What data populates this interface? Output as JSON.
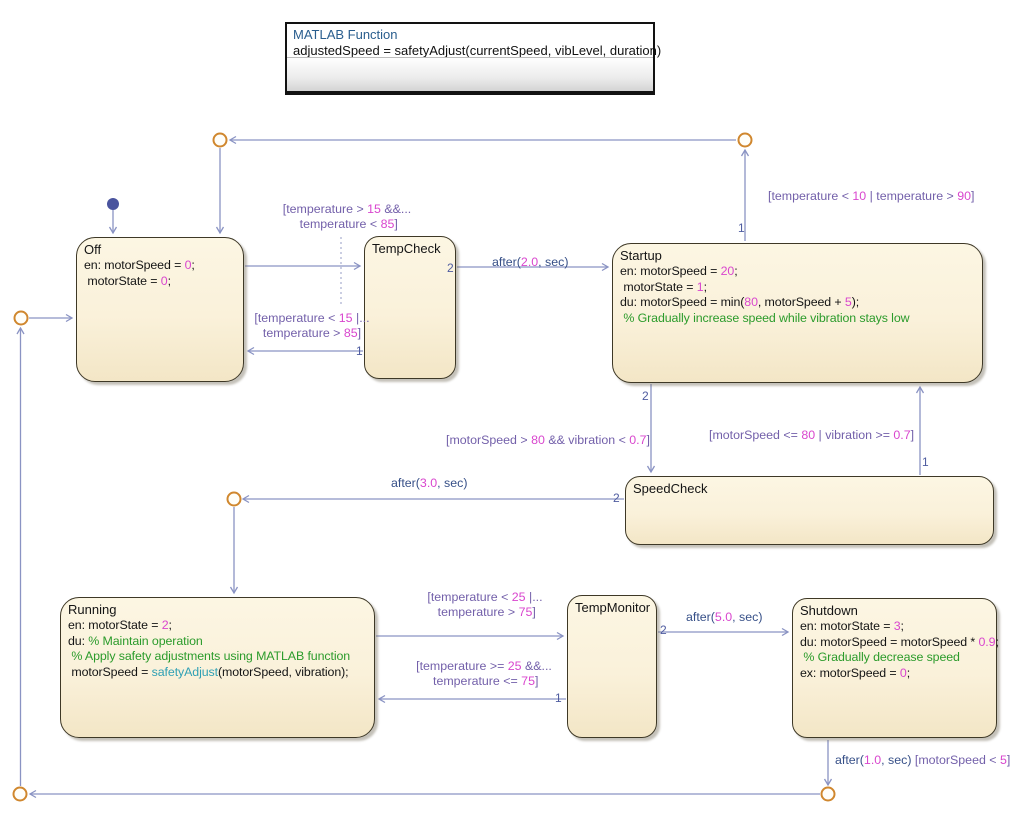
{
  "diagram": {
    "kind": "Stateflow state chart",
    "background": "#FFFFFF"
  },
  "matlab_function_block": {
    "title": "MATLAB Function",
    "code": "adjustedSpeed = safetyAdjust(currentSpeed, vibLevel, duration)"
  },
  "states": {
    "off": {
      "title": "Off",
      "body": [
        [
          {
            "t": "en: motorSpeed = ",
            "c": "plain"
          },
          {
            "t": "0",
            "c": "num"
          },
          {
            "t": ";",
            "c": "plain"
          }
        ],
        [
          {
            "t": " motorState = ",
            "c": "plain"
          },
          {
            "t": "0",
            "c": "num"
          },
          {
            "t": ";",
            "c": "plain"
          }
        ]
      ]
    },
    "tempcheck": {
      "title": "TempCheck",
      "body": []
    },
    "startup": {
      "title": "Startup",
      "body": [
        [
          {
            "t": "en: motorSpeed = ",
            "c": "plain"
          },
          {
            "t": "20",
            "c": "num"
          },
          {
            "t": ";",
            "c": "plain"
          }
        ],
        [
          {
            "t": " motorState = ",
            "c": "plain"
          },
          {
            "t": "1",
            "c": "num"
          },
          {
            "t": ";",
            "c": "plain"
          }
        ],
        [
          {
            "t": "du: motorSpeed = min(",
            "c": "plain"
          },
          {
            "t": "80",
            "c": "num"
          },
          {
            "t": ", motorSpeed + ",
            "c": "plain"
          },
          {
            "t": "5",
            "c": "num"
          },
          {
            "t": ");",
            "c": "plain"
          }
        ],
        [
          {
            "t": " ",
            "c": "plain"
          },
          {
            "t": "% Gradually increase speed while vibration stays low",
            "c": "comment"
          }
        ]
      ]
    },
    "speedcheck": {
      "title": "SpeedCheck",
      "body": []
    },
    "running": {
      "title": "Running",
      "body": [
        [
          {
            "t": "en: motorState = ",
            "c": "plain"
          },
          {
            "t": "2",
            "c": "num"
          },
          {
            "t": ";",
            "c": "plain"
          }
        ],
        [
          {
            "t": "du: ",
            "c": "plain"
          },
          {
            "t": "% Maintain operation",
            "c": "comment"
          }
        ],
        [
          {
            "t": " ",
            "c": "plain"
          },
          {
            "t": "% Apply safety adjustments using MATLAB function",
            "c": "comment"
          }
        ],
        [
          {
            "t": " motorSpeed = ",
            "c": "plain"
          },
          {
            "t": "safetyAdjust",
            "c": "fn"
          },
          {
            "t": "(motorSpeed, vibration);",
            "c": "plain"
          }
        ]
      ]
    },
    "tempmonitor": {
      "title": "TempMonitor",
      "body": []
    },
    "shutdown": {
      "title": "Shutdown",
      "body": [
        [
          {
            "t": "en: motorState = ",
            "c": "plain"
          },
          {
            "t": "3",
            "c": "num"
          },
          {
            "t": ";",
            "c": "plain"
          }
        ],
        [
          {
            "t": "du: motorSpeed = motorSpeed * ",
            "c": "plain"
          },
          {
            "t": "0.9",
            "c": "num"
          },
          {
            "t": ";",
            "c": "plain"
          }
        ],
        [
          {
            "t": " ",
            "c": "plain"
          },
          {
            "t": "% Gradually decrease speed",
            "c": "comment"
          }
        ],
        [
          {
            "t": "ex: motorSpeed = ",
            "c": "plain"
          },
          {
            "t": "0",
            "c": "num"
          },
          {
            "t": ";",
            "c": "plain"
          }
        ]
      ]
    }
  },
  "transition_labels": {
    "off_to_tempcheck": {
      "lines": [
        [
          {
            "t": "[temperature > ",
            "c": "cond"
          },
          {
            "t": "15",
            "c": "num"
          },
          {
            "t": " &&...",
            "c": "cond"
          }
        ],
        [
          {
            "t": " temperature < ",
            "c": "cond"
          },
          {
            "t": "85",
            "c": "num"
          },
          {
            "t": "]",
            "c": "cond"
          }
        ]
      ]
    },
    "tempcheck_to_off": {
      "lines": [
        [
          {
            "t": "[temperature < ",
            "c": "cond"
          },
          {
            "t": "15",
            "c": "num"
          },
          {
            "t": " |...",
            "c": "cond"
          }
        ],
        [
          {
            "t": "temperature > ",
            "c": "cond"
          },
          {
            "t": "85",
            "c": "num"
          },
          {
            "t": "]",
            "c": "cond"
          }
        ]
      ]
    },
    "startup_to_off": {
      "lines": [
        [
          {
            "t": "[temperature < ",
            "c": "cond"
          },
          {
            "t": "10",
            "c": "num"
          },
          {
            "t": " | temperature > ",
            "c": "cond"
          },
          {
            "t": "90",
            "c": "num"
          },
          {
            "t": "]",
            "c": "cond"
          }
        ]
      ]
    },
    "tempcheck_to_startup": {
      "lines": [
        [
          {
            "t": "after(",
            "c": "kw"
          },
          {
            "t": "2.0",
            "c": "num"
          },
          {
            "t": ", sec)",
            "c": "kw"
          }
        ]
      ]
    },
    "startup_to_speedcheck": {
      "lines": [
        [
          {
            "t": "[motorSpeed > ",
            "c": "cond"
          },
          {
            "t": "80",
            "c": "num"
          },
          {
            "t": " && vibration < ",
            "c": "cond"
          },
          {
            "t": "0.7",
            "c": "num"
          },
          {
            "t": "]",
            "c": "cond"
          }
        ]
      ]
    },
    "speedcheck_to_startup": {
      "lines": [
        [
          {
            "t": "[motorSpeed <= ",
            "c": "cond"
          },
          {
            "t": "80",
            "c": "num"
          },
          {
            "t": " | vibration >= ",
            "c": "cond"
          },
          {
            "t": "0.7",
            "c": "num"
          },
          {
            "t": "]",
            "c": "cond"
          }
        ]
      ]
    },
    "speedcheck_to_running": {
      "lines": [
        [
          {
            "t": "after(",
            "c": "kw"
          },
          {
            "t": "3.0",
            "c": "num"
          },
          {
            "t": ", sec)",
            "c": "kw"
          }
        ]
      ]
    },
    "running_to_tempmonitor": {
      "lines": [
        [
          {
            "t": "[temperature < ",
            "c": "cond"
          },
          {
            "t": "25",
            "c": "num"
          },
          {
            "t": " |...",
            "c": "cond"
          }
        ],
        [
          {
            "t": " temperature > ",
            "c": "cond"
          },
          {
            "t": "75",
            "c": "num"
          },
          {
            "t": "]",
            "c": "cond"
          }
        ]
      ]
    },
    "tempmonitor_to_running": {
      "lines": [
        [
          {
            "t": "[temperature >= ",
            "c": "cond"
          },
          {
            "t": "25",
            "c": "num"
          },
          {
            "t": " &&...",
            "c": "cond"
          }
        ],
        [
          {
            "t": " temperature <= ",
            "c": "cond"
          },
          {
            "t": "75",
            "c": "num"
          },
          {
            "t": "]",
            "c": "cond"
          }
        ]
      ]
    },
    "tempmonitor_to_shutdown": {
      "lines": [
        [
          {
            "t": "after(",
            "c": "kw"
          },
          {
            "t": "5.0",
            "c": "num"
          },
          {
            "t": ", sec)",
            "c": "kw"
          }
        ]
      ]
    },
    "shutdown_to_off": {
      "lines": [
        [
          {
            "t": "after(",
            "c": "kw"
          },
          {
            "t": "1.0",
            "c": "num"
          },
          {
            "t": ", sec) ",
            "c": "kw"
          },
          {
            "t": "[motorSpeed < ",
            "c": "cond"
          },
          {
            "t": "5",
            "c": "num"
          },
          {
            "t": "]",
            "c": "cond"
          }
        ]
      ]
    }
  },
  "priorities": {
    "tempcheck_to_startup": "2",
    "tempcheck_to_off": "1",
    "startup_to_off": "1",
    "startup_to_speedcheck": "2",
    "speedcheck_to_startup": "1",
    "speedcheck_to_running": "2",
    "tempmonitor_to_shutdown": "2",
    "tempmonitor_to_running": "1"
  },
  "symbols": {
    "default_transition_dot": "filled-slate-blue-circle",
    "connective_junction": "orange-ring-circle",
    "arrowhead": "open-v-chevron"
  },
  "colors": {
    "state_fill_top": "#FCF6E3",
    "state_fill_bottom": "#F3E6C6",
    "state_border": "#3E3826",
    "transition_line": "#8A93C3",
    "junction_border": "#D0872E",
    "default_dot": "#4A549E",
    "number_literal": "#D946CE",
    "comment_green": "#2B9B2B",
    "function_teal": "#2FA0B4",
    "keyword_blue": "#375088",
    "condition_purple": "#7360AA",
    "matlab_title_blue": "#2A5E8E"
  }
}
